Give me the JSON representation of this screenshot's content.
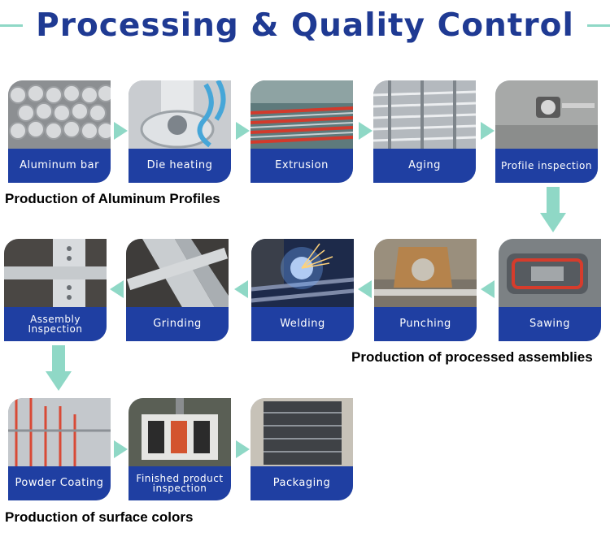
{
  "title": "Processing & Quality Control",
  "sections": {
    "profiles": "Production of Aluminum Profiles",
    "assemblies": "Production of processed assemblies",
    "surface": "Production of surface colors"
  },
  "steps": {
    "row1": [
      "Aluminum bar",
      "Die heating",
      "Extrusion",
      "Aging",
      "Profile inspection"
    ],
    "row2": [
      "Sawing",
      "Punching",
      "Welding",
      "Grinding",
      "Assembly Inspection"
    ],
    "row3": [
      "Powder Coating",
      "Finished product inspection",
      "Packaging"
    ]
  },
  "colors": {
    "title": "#1f3a93",
    "label_bg": "#1f3fa2",
    "arrow": "#8fd8c6"
  }
}
